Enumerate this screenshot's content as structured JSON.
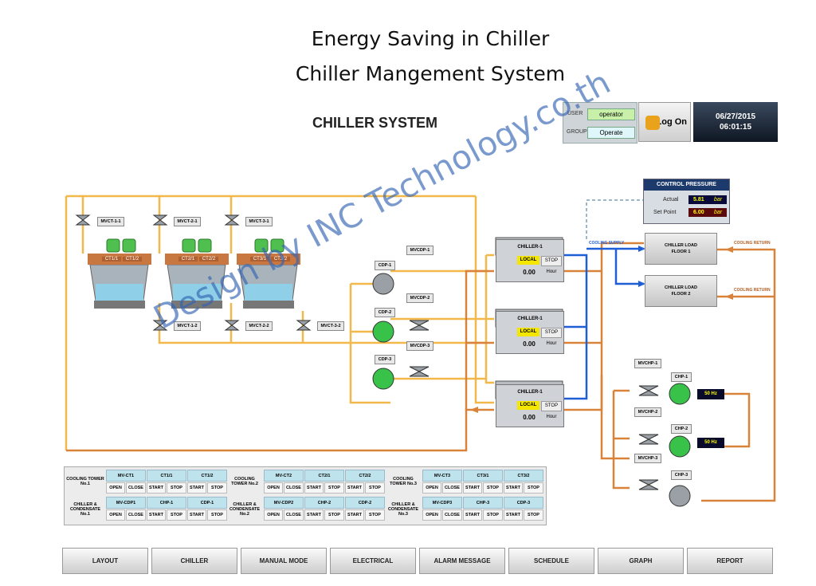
{
  "page": {
    "title_line1": "Energy Saving in Chiller",
    "title_line2": "Chiller Mangement System",
    "system_name": "CHILLER SYSTEM",
    "watermark": "Design by INC Technology.co.th"
  },
  "login": {
    "user_label": "USER",
    "user_value": "operator",
    "group_label": "GROUP",
    "group_value": "Operate",
    "logon_label": "Log On",
    "date": "06/27/2015",
    "time": "06:01:15"
  },
  "control_pressure": {
    "title": "CONTROL PRESSURE",
    "actual_label": "Actual",
    "actual_value": "5.81",
    "setpoint_label": "Set Point",
    "setpoint_value": "6.00",
    "unit": "bar"
  },
  "valves": {
    "mvct11": "MVCT-1-1",
    "mvct21": "MVCT-2-1",
    "mvct31": "MVCT-3-1",
    "mvct12": "MVCT-1-2",
    "mvct22": "MVCT-2-2",
    "mvct32": "MVCT-3-2",
    "mvcdp1": "MVCDP-1",
    "mvcdp2": "MVCDP-2",
    "mvcdp3": "MVCDP-3",
    "mvchp1": "MVCHP-1",
    "mvchp2": "MVCHP-2",
    "mvchp3": "MVCHP-3"
  },
  "towers": [
    {
      "fan1": "CT1/1",
      "fan2": "CT1/2"
    },
    {
      "fan1": "CT2/1",
      "fan2": "CT2/2"
    },
    {
      "fan1": "CT3/1",
      "fan2": "CT3/2"
    }
  ],
  "pumps": {
    "cdp1": "CDP-1",
    "cdp2": "CDP-2",
    "cdp3": "CDP-3",
    "chp1": "CHP-1",
    "chp2": "CHP-2",
    "chp3": "CHP-3",
    "hz1": "50 Hz",
    "hz2": "50 Hz"
  },
  "chillers": [
    {
      "name": "CHILLER-1",
      "mode": "LOCAL",
      "cmd": "STOP",
      "hours": "0.00",
      "hours_unit": "Hour"
    },
    {
      "name": "CHILLER-1",
      "mode": "LOCAL",
      "cmd": "STOP",
      "hours": "0.00",
      "hours_unit": "Hour"
    },
    {
      "name": "CHILLER-1",
      "mode": "LOCAL",
      "cmd": "STOP",
      "hours": "0.00",
      "hours_unit": "Hour"
    }
  ],
  "loads": {
    "supply": "COOLING SUPPLY",
    "return1": "COOLING RETURN",
    "return2": "COOLING RETURN",
    "load1_line1": "CHILLER LOAD",
    "load1_line2": "FLOOR 1",
    "load2_line1": "CHILLER LOAD",
    "load2_line2": "FLOOR 2"
  },
  "panel": {
    "groups": [
      {
        "tower_label": "COOLING TOWER No.1",
        "tower_cols": [
          "MV-CT1",
          "CT1/1",
          "CT1/2"
        ],
        "chiller_label": "CHILLER & CONDENSATE No.1",
        "chiller_cols": [
          "MV-CDP1",
          "CHP-1",
          "CDP-1"
        ]
      },
      {
        "tower_label": "COOLING TOWER No.2",
        "tower_cols": [
          "MV-CT2",
          "CT2/1",
          "CT2/2"
        ],
        "chiller_label": "CHILLER & CONDENSATE No.2",
        "chiller_cols": [
          "MV-CDP2",
          "CHP-2",
          "CDP-2"
        ]
      },
      {
        "tower_label": "COOLING TOWER No.3",
        "tower_cols": [
          "MV-CT3",
          "CT3/1",
          "CT3/2"
        ],
        "chiller_label": "CHILLER & CONDENSATE No.3",
        "chiller_cols": [
          "MV-CDP3",
          "CHP-3",
          "CDP-3"
        ]
      }
    ],
    "open": "OPEN",
    "close": "CLOSE",
    "start": "START",
    "stop": "STOP"
  },
  "nav": [
    "LAYOUT",
    "CHILLER",
    "MANUAL MODE",
    "ELECTRICAL",
    "ALARM MESSAGE",
    "SCHEDULE",
    "GRAPH",
    "REPORT"
  ],
  "colors": {
    "condenser_pipe": "#f2b84a",
    "return_pipe": "#d9823a",
    "supply_pipe": "#1f5fd6",
    "pump_on": "#39c24a"
  }
}
